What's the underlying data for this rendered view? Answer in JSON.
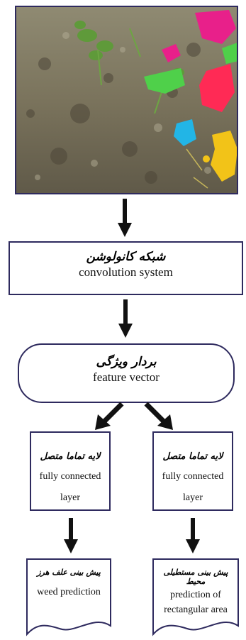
{
  "nodes": {
    "convolution": {
      "fa": "شبکه کانولوشن",
      "en": "convolution system"
    },
    "feature_vector": {
      "fa": "بردار ویژگی",
      "en": "feature vector"
    },
    "fc_left": {
      "fa": "لایه تماما متصل",
      "en_line1": "fully connected",
      "en_line2": "layer"
    },
    "fc_right": {
      "fa": "لایه تماما متصل",
      "en_line1": "fully connected",
      "en_line2": "layer"
    },
    "weed_prediction": {
      "fa": "پیش بینی علف هرز",
      "en": "weed prediction"
    },
    "rect_prediction": {
      "fa": "پیش بینی مستطیلی محیط",
      "en_line1": "prediction of",
      "en_line2": "rectangular area"
    }
  },
  "colors": {
    "border": "#2e2a5e",
    "arrow": "#111111",
    "weed_magenta": "#e8208a",
    "weed_red": "#ff2a55",
    "weed_green": "#4fd04a",
    "weed_cyan": "#22b5e6",
    "weed_yellow": "#f2c318"
  }
}
